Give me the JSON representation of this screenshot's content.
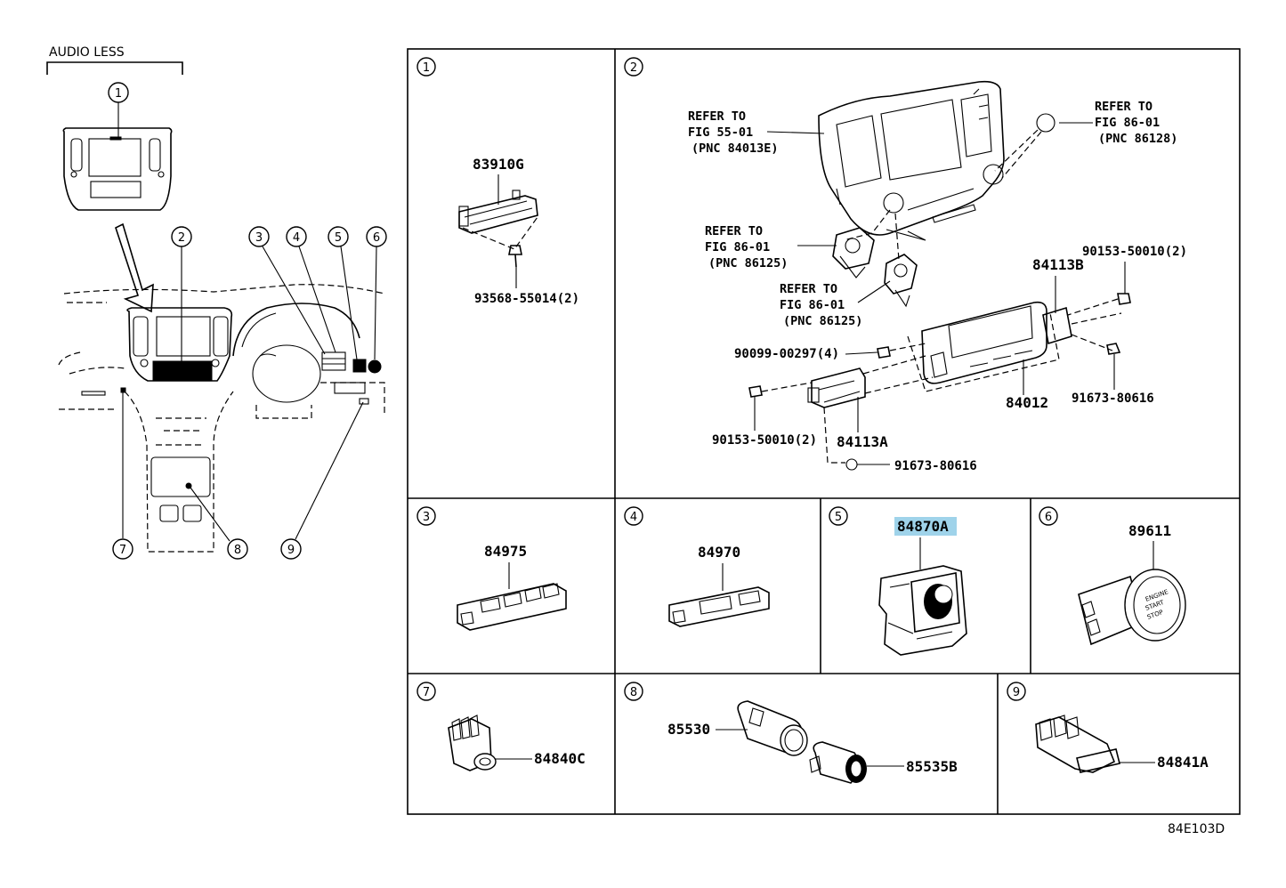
{
  "top_label": "AUDIO LESS",
  "callouts": [
    "1",
    "2",
    "3",
    "4",
    "5",
    "6",
    "7",
    "8",
    "9"
  ],
  "panels": {
    "p1": {
      "num": "1",
      "parts": [
        "83910G",
        "93568-55014(2)"
      ]
    },
    "p2": {
      "num": "2",
      "refs": [
        [
          "REFER TO",
          "FIG 55-01",
          "(PNC 84013E)"
        ],
        [
          "REFER TO",
          "FIG 86-01",
          "(PNC 86128)"
        ],
        [
          "REFER TO",
          "FIG 86-01",
          "(PNC 86125)"
        ],
        [
          "REFER TO",
          "FIG 86-01",
          "(PNC 86125)"
        ]
      ],
      "parts": [
        "84113B",
        "90153-50010(2)",
        "90099-00297(4)",
        "84012",
        "91673-80616",
        "90153-50010(2)",
        "84113A",
        "91673-80616"
      ]
    },
    "p3": {
      "num": "3",
      "part": "84975"
    },
    "p4": {
      "num": "4",
      "part": "84970"
    },
    "p5": {
      "num": "5",
      "part": "84870A",
      "highlight": "#9fd3ea"
    },
    "p6": {
      "num": "6",
      "part": "89611",
      "button_text": [
        "ENGINE",
        "START",
        "STOP"
      ]
    },
    "p7": {
      "num": "7",
      "part": "84840C"
    },
    "p8": {
      "num": "8",
      "parts": [
        "85530",
        "85535B"
      ]
    },
    "p9": {
      "num": "9",
      "part": "84841A"
    }
  },
  "figure_code": "84E103D"
}
